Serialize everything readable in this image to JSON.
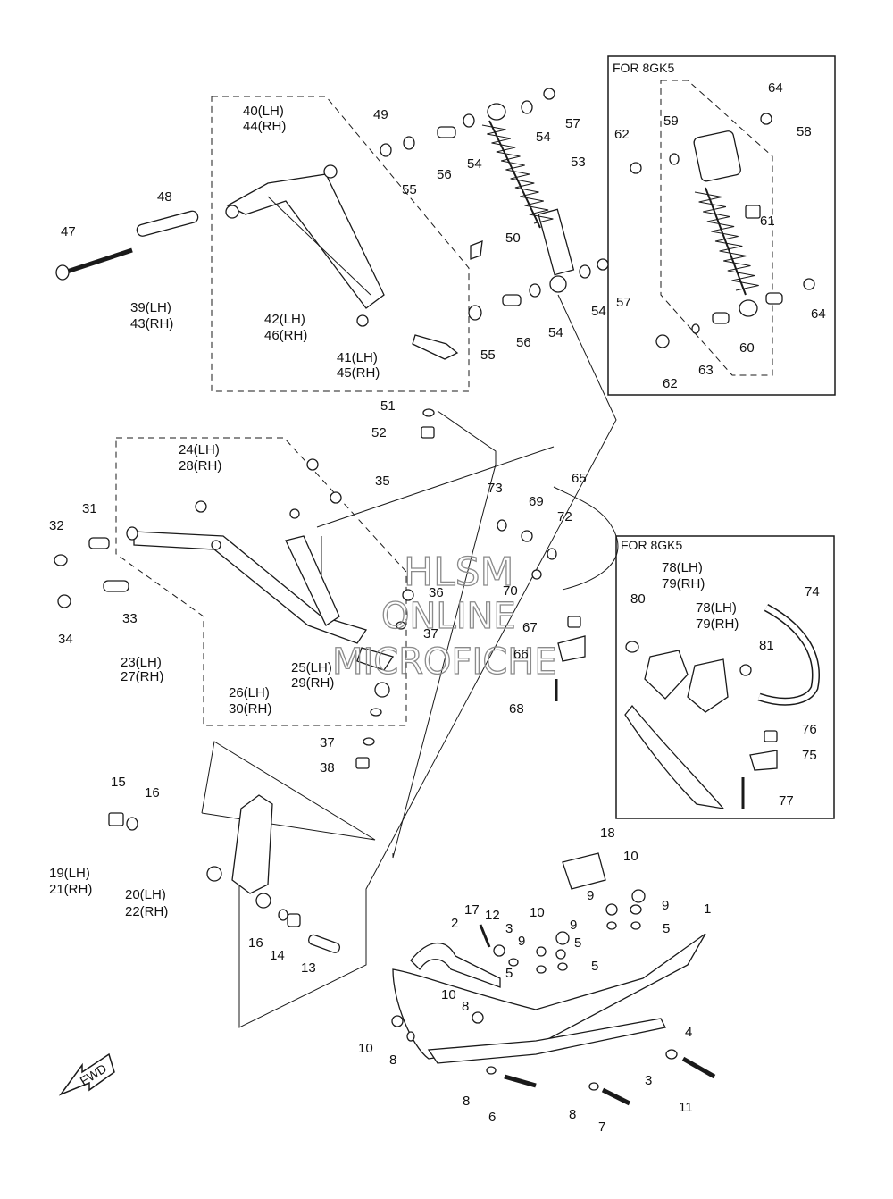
{
  "inset_titles": {
    "shock_kit": "FOR 8GK5",
    "ski_kit": "FOR 8GK5"
  },
  "watermark": {
    "line1": "HLSM",
    "line2": "ONLINE",
    "line3": "MICROFICHE"
  },
  "fwd_arrow": "FWD",
  "callouts": [
    {
      "id": "c1",
      "text": "1"
    },
    {
      "id": "c2",
      "text": "2"
    },
    {
      "id": "c3a",
      "text": "3"
    },
    {
      "id": "c3b",
      "text": "3"
    },
    {
      "id": "c4",
      "text": "4"
    },
    {
      "id": "c5a",
      "text": "5"
    },
    {
      "id": "c5b",
      "text": "5"
    },
    {
      "id": "c5c",
      "text": "5"
    },
    {
      "id": "c5d",
      "text": "5"
    },
    {
      "id": "c6",
      "text": "6"
    },
    {
      "id": "c7",
      "text": "7"
    },
    {
      "id": "c8a",
      "text": "8"
    },
    {
      "id": "c8b",
      "text": "8"
    },
    {
      "id": "c8c",
      "text": "8"
    },
    {
      "id": "c8d",
      "text": "8"
    },
    {
      "id": "c9a",
      "text": "9"
    },
    {
      "id": "c9b",
      "text": "9"
    },
    {
      "id": "c9c",
      "text": "9"
    },
    {
      "id": "c9d",
      "text": "9"
    },
    {
      "id": "c10a",
      "text": "10"
    },
    {
      "id": "c10b",
      "text": "10"
    },
    {
      "id": "c10c",
      "text": "10"
    },
    {
      "id": "c10d",
      "text": "10"
    },
    {
      "id": "c11",
      "text": "11"
    },
    {
      "id": "c12",
      "text": "12"
    },
    {
      "id": "c13",
      "text": "13"
    },
    {
      "id": "c14",
      "text": "14"
    },
    {
      "id": "c15",
      "text": "15"
    },
    {
      "id": "c16a",
      "text": "16"
    },
    {
      "id": "c16b",
      "text": "16"
    },
    {
      "id": "c17",
      "text": "17"
    },
    {
      "id": "c18",
      "text": "18"
    },
    {
      "id": "c19",
      "text": "19(LH)"
    },
    {
      "id": "c21",
      "text": "21(RH)"
    },
    {
      "id": "c20",
      "text": "20(LH)"
    },
    {
      "id": "c22",
      "text": "22(RH)"
    },
    {
      "id": "c23",
      "text": "23(LH)"
    },
    {
      "id": "c27",
      "text": "27(RH)"
    },
    {
      "id": "c24",
      "text": "24(LH)"
    },
    {
      "id": "c28",
      "text": "28(RH)"
    },
    {
      "id": "c25",
      "text": "25(LH)"
    },
    {
      "id": "c29",
      "text": "29(RH)"
    },
    {
      "id": "c26",
      "text": "26(LH)"
    },
    {
      "id": "c30",
      "text": "30(RH)"
    },
    {
      "id": "c31",
      "text": "31"
    },
    {
      "id": "c32",
      "text": "32"
    },
    {
      "id": "c33",
      "text": "33"
    },
    {
      "id": "c34",
      "text": "34"
    },
    {
      "id": "c35",
      "text": "35"
    },
    {
      "id": "c36",
      "text": "36"
    },
    {
      "id": "c37a",
      "text": "37"
    },
    {
      "id": "c37b",
      "text": "37"
    },
    {
      "id": "c38",
      "text": "38"
    },
    {
      "id": "c39",
      "text": "39(LH)"
    },
    {
      "id": "c43",
      "text": "43(RH)"
    },
    {
      "id": "c40",
      "text": "40(LH)"
    },
    {
      "id": "c44",
      "text": "44(RH)"
    },
    {
      "id": "c41",
      "text": "41(LH)"
    },
    {
      "id": "c45",
      "text": "45(RH)"
    },
    {
      "id": "c42",
      "text": "42(LH)"
    },
    {
      "id": "c46",
      "text": "46(RH)"
    },
    {
      "id": "c47",
      "text": "47"
    },
    {
      "id": "c48",
      "text": "48"
    },
    {
      "id": "c49",
      "text": "49"
    },
    {
      "id": "c50",
      "text": "50"
    },
    {
      "id": "c51",
      "text": "51"
    },
    {
      "id": "c52",
      "text": "52"
    },
    {
      "id": "c53",
      "text": "53"
    },
    {
      "id": "c54a",
      "text": "54"
    },
    {
      "id": "c54b",
      "text": "54"
    },
    {
      "id": "c54c",
      "text": "54"
    },
    {
      "id": "c54d",
      "text": "54"
    },
    {
      "id": "c55a",
      "text": "55"
    },
    {
      "id": "c55b",
      "text": "55"
    },
    {
      "id": "c56a",
      "text": "56"
    },
    {
      "id": "c56b",
      "text": "56"
    },
    {
      "id": "c57a",
      "text": "57"
    },
    {
      "id": "c57b",
      "text": "57"
    },
    {
      "id": "c58",
      "text": "58"
    },
    {
      "id": "c59",
      "text": "59"
    },
    {
      "id": "c60",
      "text": "60"
    },
    {
      "id": "c61",
      "text": "61"
    },
    {
      "id": "c62a",
      "text": "62"
    },
    {
      "id": "c62b",
      "text": "62"
    },
    {
      "id": "c63",
      "text": "63"
    },
    {
      "id": "c64a",
      "text": "64"
    },
    {
      "id": "c64b",
      "text": "64"
    },
    {
      "id": "c65",
      "text": "65"
    },
    {
      "id": "c66",
      "text": "66"
    },
    {
      "id": "c67",
      "text": "67"
    },
    {
      "id": "c68",
      "text": "68"
    },
    {
      "id": "c69",
      "text": "69"
    },
    {
      "id": "c70",
      "text": "70"
    },
    {
      "id": "c72",
      "text": "72"
    },
    {
      "id": "c73",
      "text": "73"
    },
    {
      "id": "c74",
      "text": "74"
    },
    {
      "id": "c75",
      "text": "75"
    },
    {
      "id": "c76",
      "text": "76"
    },
    {
      "id": "c77",
      "text": "77"
    },
    {
      "id": "c78a",
      "text": "78(LH)"
    },
    {
      "id": "c79a",
      "text": "79(RH)"
    },
    {
      "id": "c78b",
      "text": "78(LH)"
    },
    {
      "id": "c79b",
      "text": "79(RH)"
    },
    {
      "id": "c80",
      "text": "80"
    },
    {
      "id": "c81",
      "text": "81"
    }
  ]
}
